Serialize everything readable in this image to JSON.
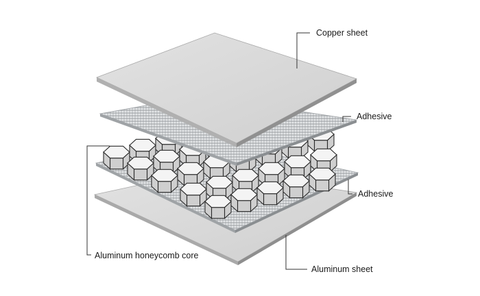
{
  "labels": {
    "copper_sheet": "Copper sheet",
    "adhesive_top": "Adhesive",
    "adhesive_bottom": "Adhesive",
    "honeycomb_core": "Aluminum honeycomb core",
    "aluminum_sheet": "Aluminum sheet"
  },
  "colors": {
    "sheet_top": "#d9d9d9",
    "sheet_edge": "#9a9a9a",
    "adhesive": "#c9cbcd",
    "honeycomb_cell": "#f4f4f4",
    "honeycomb_line": "#2a2a2a"
  }
}
